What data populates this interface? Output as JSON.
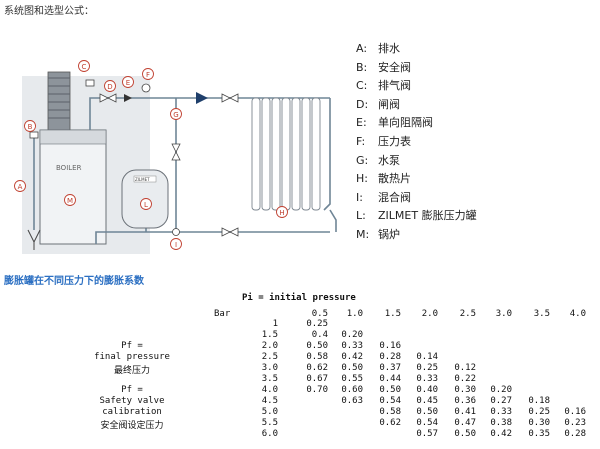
{
  "heading": "系统图和选型公式：",
  "diagram": {
    "boiler_label": "BOILER",
    "tank_label": "ZILMET",
    "markers": {
      "A": "A",
      "B": "B",
      "C": "C",
      "D": "D",
      "E": "E",
      "F": "F",
      "G": "G",
      "H": "H",
      "I": "I",
      "L": "L",
      "M": "M"
    }
  },
  "legend": [
    {
      "key": "A:",
      "text": "排水"
    },
    {
      "key": "B:",
      "text": "安全阀"
    },
    {
      "key": "C:",
      "text": "排气阀"
    },
    {
      "key": "D:",
      "text": "闸阀"
    },
    {
      "key": "E:",
      "text": "单向阻隔阀"
    },
    {
      "key": "F:",
      "text": "压力表"
    },
    {
      "key": "G:",
      "text": "水泵"
    },
    {
      "key": "H:",
      "text": "散热片"
    },
    {
      "key": "I:",
      "text": "混合阀"
    },
    {
      "key": "L:",
      "text": "ZILMET 膨胀压力罐"
    },
    {
      "key": "M:",
      "text": "锅炉"
    }
  ],
  "section_title": "膨胀罐在不同压力下的膨胀系数",
  "table": {
    "title": "Pi = initial pressure",
    "unit": "Bar",
    "pi_headers": [
      "0.5",
      "1.0",
      "1.5",
      "2.0",
      "2.5",
      "3.0",
      "3.5",
      "4.0"
    ],
    "side_labels": [
      {
        "row": 3,
        "text": "Pf ="
      },
      {
        "row": 4,
        "text": "final pressure"
      },
      {
        "row": 5,
        "text": "最终压力"
      },
      {
        "row": 7,
        "text": "Pf ="
      },
      {
        "row": 8,
        "text": "Safety valve"
      },
      {
        "row": 9,
        "text": "calibration"
      },
      {
        "row": 10,
        "text": "安全阀设定压力"
      }
    ],
    "rows": [
      {
        "pf": "1",
        "values": [
          "0.25",
          "",
          "",
          "",
          "",
          "",
          "",
          ""
        ]
      },
      {
        "pf": "1.5",
        "values": [
          "0.4",
          "0.20",
          "",
          "",
          "",
          "",
          "",
          ""
        ]
      },
      {
        "pf": "2.0",
        "values": [
          "0.50",
          "0.33",
          "0.16",
          "",
          "",
          "",
          "",
          ""
        ]
      },
      {
        "pf": "2.5",
        "values": [
          "0.58",
          "0.42",
          "0.28",
          "0.14",
          "",
          "",
          "",
          ""
        ]
      },
      {
        "pf": "3.0",
        "values": [
          "0.62",
          "0.50",
          "0.37",
          "0.25",
          "0.12",
          "",
          "",
          ""
        ]
      },
      {
        "pf": "3.5",
        "values": [
          "0.67",
          "0.55",
          "0.44",
          "0.33",
          "0.22",
          "",
          "",
          ""
        ]
      },
      {
        "pf": "4.0",
        "values": [
          "0.70",
          "0.60",
          "0.50",
          "0.40",
          "0.30",
          "0.20",
          "",
          ""
        ]
      },
      {
        "pf": "4.5",
        "values": [
          "",
          "0.63",
          "0.54",
          "0.45",
          "0.36",
          "0.27",
          "0.18",
          ""
        ]
      },
      {
        "pf": "5.0",
        "values": [
          "",
          "",
          "0.58",
          "0.50",
          "0.41",
          "0.33",
          "0.25",
          "0.16"
        ]
      },
      {
        "pf": "5.5",
        "values": [
          "",
          "",
          "0.62",
          "0.54",
          "0.47",
          "0.38",
          "0.30",
          "0.23"
        ]
      },
      {
        "pf": "6.0",
        "values": [
          "",
          "",
          "",
          "0.57",
          "0.50",
          "0.42",
          "0.35",
          "0.28"
        ]
      }
    ]
  }
}
